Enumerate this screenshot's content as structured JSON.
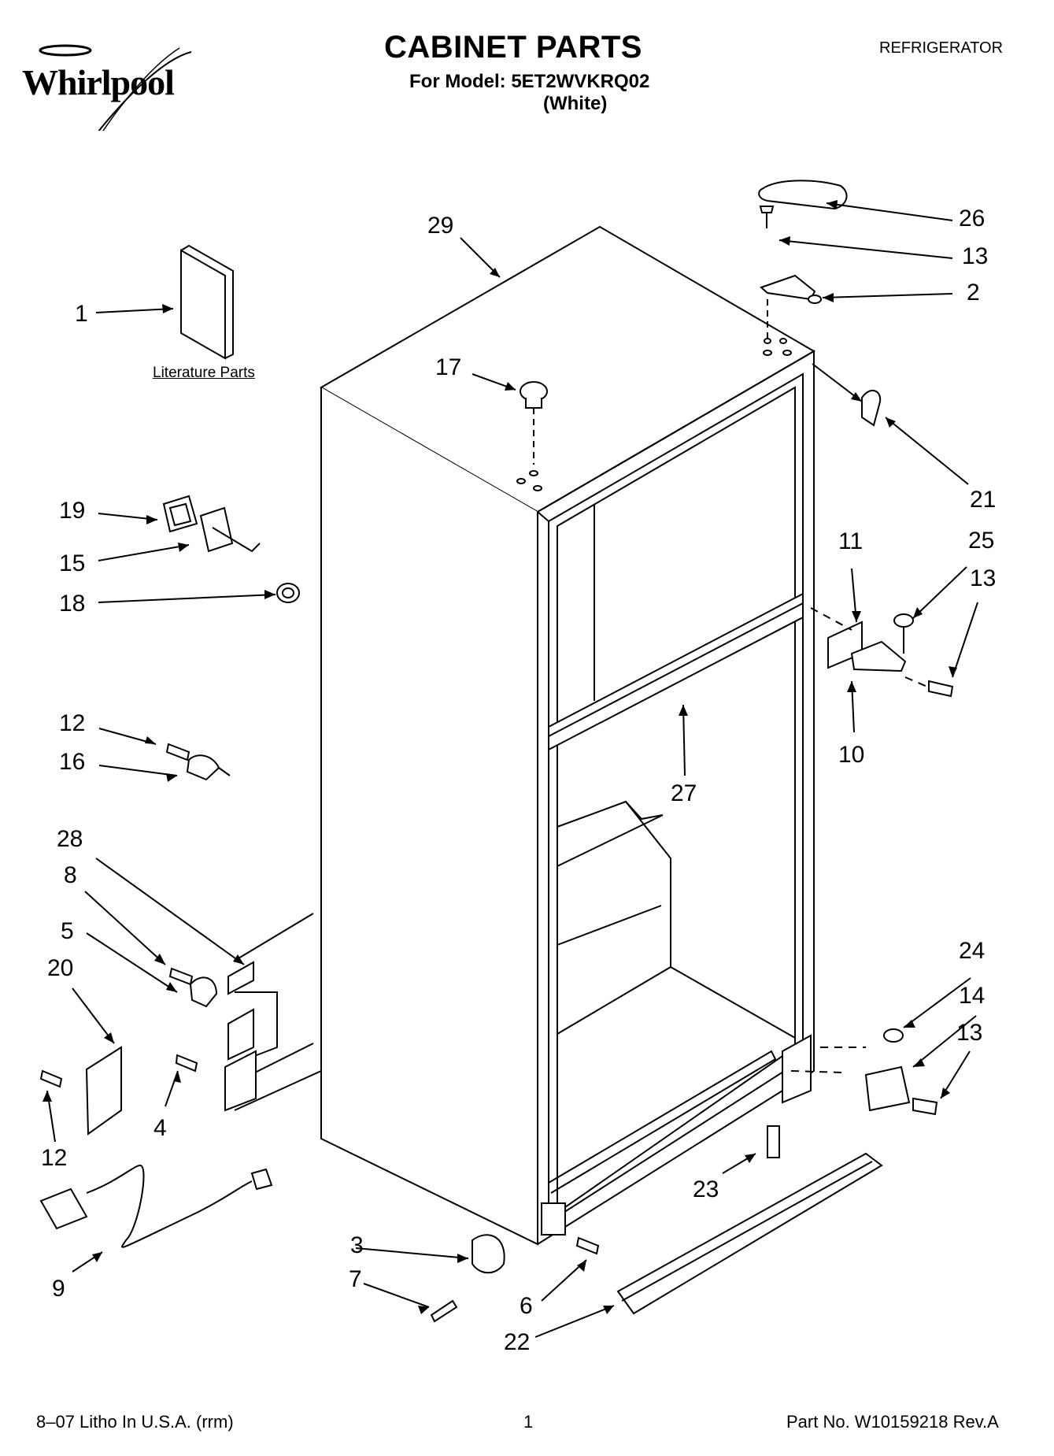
{
  "header": {
    "brand": "Whirlpool",
    "title": "CABINET PARTS",
    "model_line": "For Model: 5ET2WVKRQ02",
    "color_line": "(White)",
    "category": "REFRIGERATOR"
  },
  "literature_label": "Literature Parts",
  "callouts": [
    {
      "id": "1",
      "label": "1"
    },
    {
      "id": "2",
      "label": "2"
    },
    {
      "id": "3",
      "label": "3"
    },
    {
      "id": "4",
      "label": "4"
    },
    {
      "id": "5",
      "label": "5"
    },
    {
      "id": "6",
      "label": "6"
    },
    {
      "id": "7",
      "label": "7"
    },
    {
      "id": "8",
      "label": "8"
    },
    {
      "id": "9",
      "label": "9"
    },
    {
      "id": "10",
      "label": "10"
    },
    {
      "id": "11",
      "label": "11"
    },
    {
      "id": "12a",
      "label": "12"
    },
    {
      "id": "12b",
      "label": "12"
    },
    {
      "id": "13a",
      "label": "13"
    },
    {
      "id": "13b",
      "label": "13"
    },
    {
      "id": "13c",
      "label": "13"
    },
    {
      "id": "14",
      "label": "14"
    },
    {
      "id": "15",
      "label": "15"
    },
    {
      "id": "16",
      "label": "16"
    },
    {
      "id": "17",
      "label": "17"
    },
    {
      "id": "18",
      "label": "18"
    },
    {
      "id": "19",
      "label": "19"
    },
    {
      "id": "20",
      "label": "20"
    },
    {
      "id": "21",
      "label": "21"
    },
    {
      "id": "22",
      "label": "22"
    },
    {
      "id": "23",
      "label": "23"
    },
    {
      "id": "24",
      "label": "24"
    },
    {
      "id": "25",
      "label": "25"
    },
    {
      "id": "26",
      "label": "26"
    },
    {
      "id": "27",
      "label": "27"
    },
    {
      "id": "28",
      "label": "28"
    },
    {
      "id": "29",
      "label": "29"
    }
  ],
  "footer": {
    "left": "8–07 Litho In U.S.A. (rrm)",
    "page": "1",
    "part_no": "Part No. W10159218 Rev.A"
  }
}
